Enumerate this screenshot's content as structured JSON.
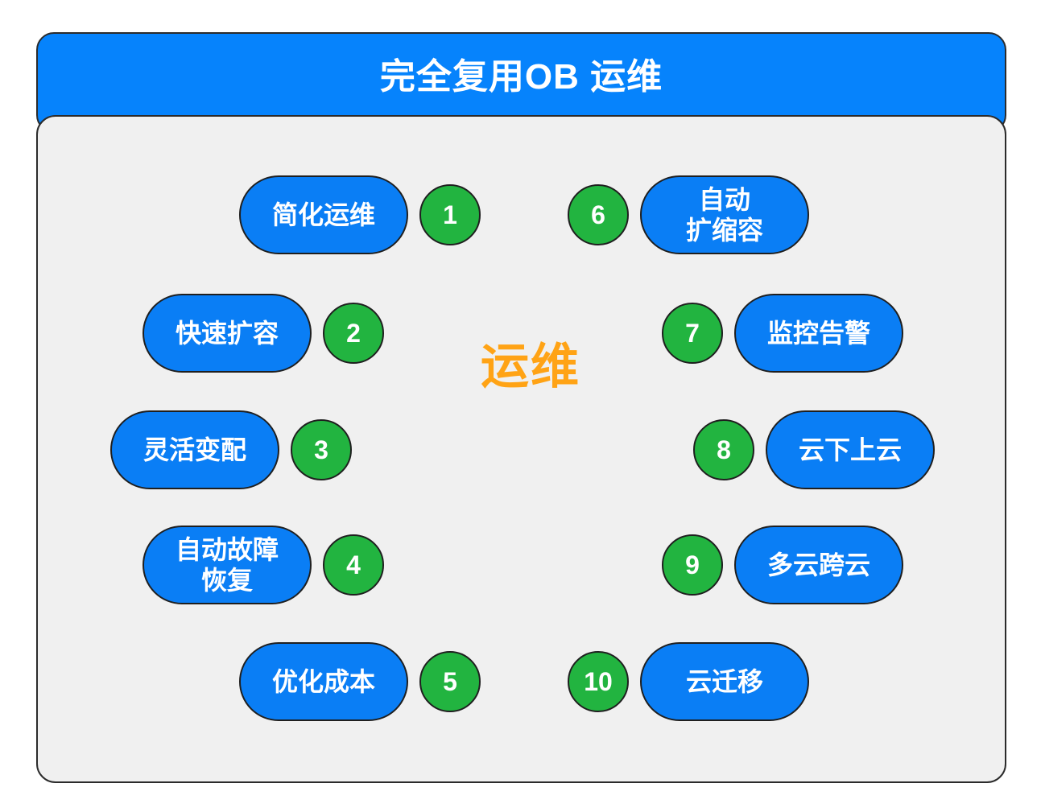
{
  "header": {
    "title": "完全复用OB 运维"
  },
  "center": {
    "label": "运维"
  },
  "items": [
    {
      "num": "1",
      "label": "简化运维"
    },
    {
      "num": "2",
      "label": "快速扩容"
    },
    {
      "num": "3",
      "label": "灵活变配"
    },
    {
      "num": "4",
      "label": "自动故障\n恢复"
    },
    {
      "num": "5",
      "label": "优化成本"
    },
    {
      "num": "6",
      "label": "自动\n扩缩容"
    },
    {
      "num": "7",
      "label": "监控告警"
    },
    {
      "num": "8",
      "label": "云下上云"
    },
    {
      "num": "9",
      "label": "多云跨云"
    },
    {
      "num": "10",
      "label": "云迁移"
    }
  ],
  "colors": {
    "header_blue": "#0683fc",
    "pill_blue": "#0a7ef5",
    "badge_green": "#22b440",
    "panel_gray": "#f0f0f0",
    "center_orange": "#ffa315",
    "border_dark": "#1f1f1f",
    "text_white": "#ffffff"
  }
}
